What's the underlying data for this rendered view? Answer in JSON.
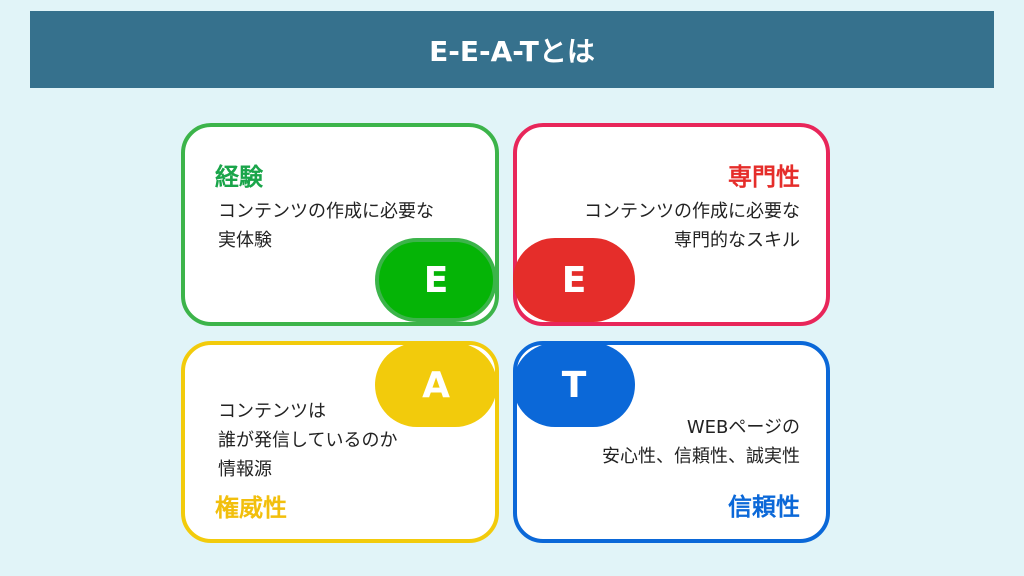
{
  "header": {
    "title": "E-E-A-Tとは"
  },
  "colors": {
    "background": "#e1f4f8",
    "header": "#36718d",
    "experience": "#3cb44a",
    "experience_pill": "#05b406",
    "expertise": "#e8265a",
    "expertise_pill": "#e52d2a",
    "authority": "#f2cb0c",
    "trust": "#0b68d8"
  },
  "quadrants": [
    {
      "key": "experience",
      "letter": "E",
      "title": "経験",
      "description": "コンテンツの作成に必要な\n実体験"
    },
    {
      "key": "expertise",
      "letter": "E",
      "title": "専門性",
      "description": "コンテンツの作成に必要な\n専門的なスキル"
    },
    {
      "key": "authoritativeness",
      "letter": "A",
      "title": "権威性",
      "description": "コンテンツは\n誰が発信しているのか\n情報源"
    },
    {
      "key": "trustworthiness",
      "letter": "T",
      "title": "信頼性",
      "description": "WEBページの\n安心性、信頼性、誠実性"
    }
  ]
}
